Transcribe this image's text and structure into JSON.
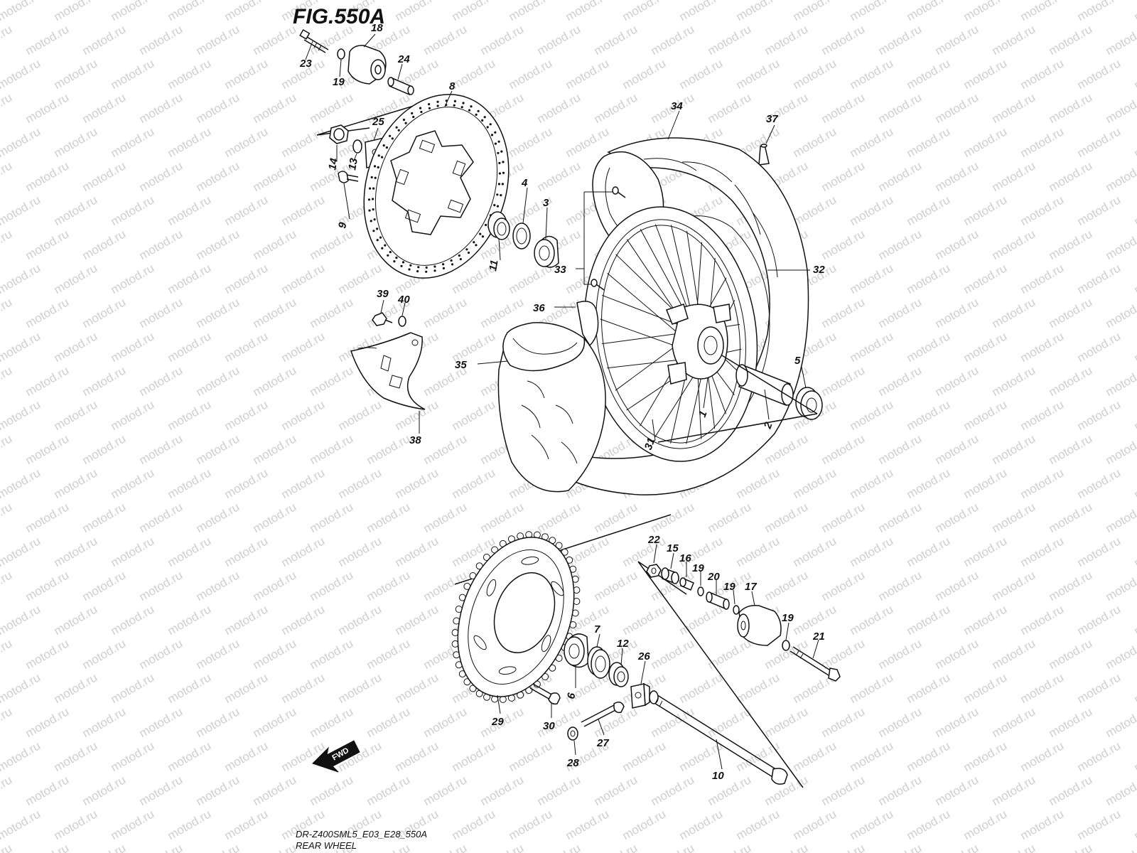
{
  "figure": {
    "title": "FIG.550A",
    "code": "DR-Z400SML5_E03_E28_550A",
    "name": "REAR WHEEL"
  },
  "watermark": "motod.ru",
  "fwd_label": "FWD",
  "parts": {
    "p1": "1",
    "p2": "2",
    "p3": "3",
    "p4": "4",
    "p5": "5",
    "p6": "6",
    "p7": "7",
    "p8": "8",
    "p9": "9",
    "p10": "10",
    "p11": "11",
    "p12": "12",
    "p13": "13",
    "p14": "14",
    "p15": "15",
    "p16": "16",
    "p17": "17",
    "p18": "18",
    "p19a": "19",
    "p19b": "19",
    "p19c": "19",
    "p19d": "19",
    "p20": "20",
    "p21": "21",
    "p22": "22",
    "p23": "23",
    "p24": "24",
    "p25": "25",
    "p26": "26",
    "p27": "27",
    "p28": "28",
    "p29": "29",
    "p30": "30",
    "p31": "31",
    "p32": "32",
    "p33": "33",
    "p34": "34",
    "p35": "35",
    "p36": "36",
    "p37": "37",
    "p38": "38",
    "p39": "39",
    "p40": "40"
  }
}
